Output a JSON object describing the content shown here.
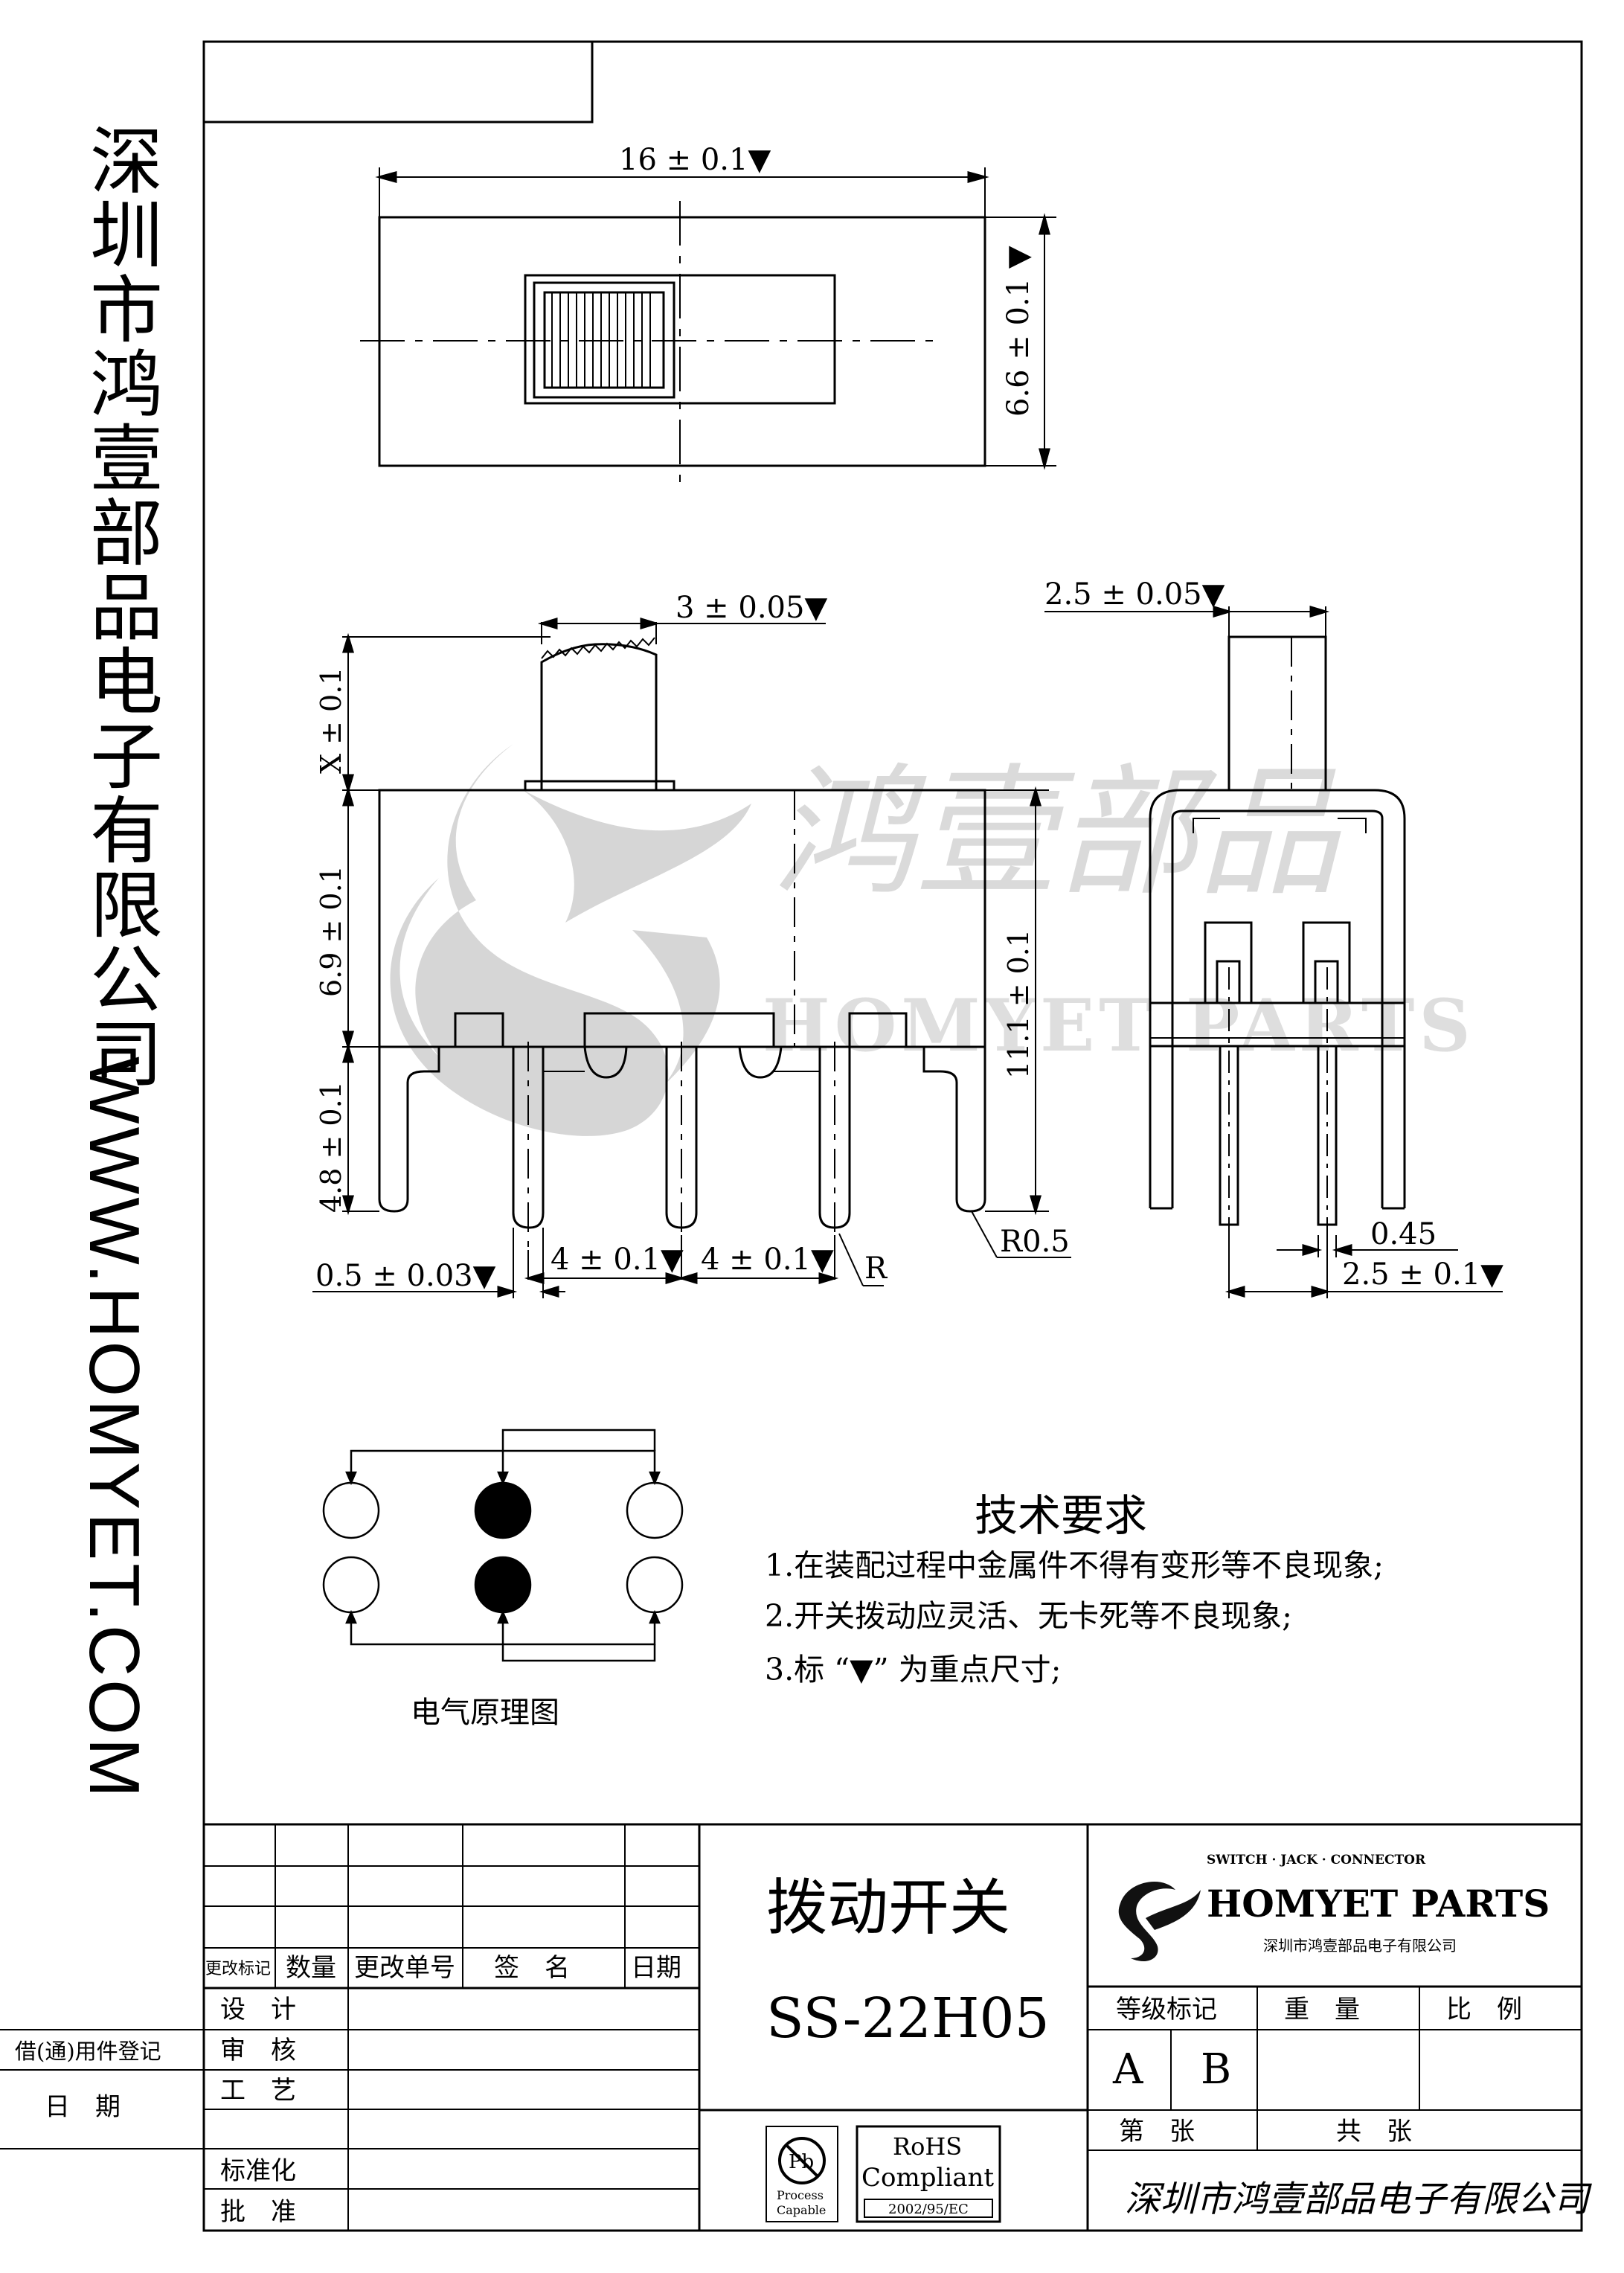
{
  "side": {
    "company": "深圳市鸿壹部品电子有限公司",
    "website": "WWW.HOMYET.COM"
  },
  "watermark": {
    "chinese": "鸿壹部品",
    "english": "HOMYET PARTS"
  },
  "dimensions": {
    "top_width": "16 ± 0.1▼",
    "top_height": "6.6 ± 0.1 ▼",
    "actuator_width": "3 ± 0.05▼",
    "actuator_height": "X ± 0.1",
    "body_height": "6.9 ± 0.1",
    "pin_height": "4.8 ± 0.1",
    "total_height": "11.1 ± 0.1",
    "pin_thickness": "0.5 ± 0.03▼",
    "pitch_left": "4 ± 0.1▼",
    "pitch_right": "4 ± 0.1▼",
    "radius_r": "R",
    "radius_r05": "R0.5",
    "side_actuator_width": "2.5 ± 0.05▼",
    "side_pin_width": "0.45",
    "side_pin_pitch": "2.5 ± 0.1▼"
  },
  "schematic": {
    "title": "电气原理图"
  },
  "requirements": {
    "title": "技术要求",
    "items": [
      "1.在装配过程中金属件不得有变形等不良现象;",
      "2.开关拨动应灵活、无卡死等不良现象;",
      "3.标 “▼” 为重点尺寸;"
    ]
  },
  "title_block": {
    "rev_headers": [
      "更改标记",
      "数量",
      "更改单号",
      "签　名",
      "日期"
    ],
    "roles": [
      "设　计",
      "审　核",
      "工　艺",
      "",
      "标准化",
      "批　准"
    ],
    "borrow_register": "借(通)用件登记",
    "date_label": "日　期",
    "product_name": "拨动开关",
    "model": "SS-22H05",
    "grade_label": "等级标记",
    "weight_label": "重　量",
    "scale_label": "比　例",
    "grades": [
      "A",
      "B"
    ],
    "sheet_label": "第　张",
    "total_label": "共　张",
    "company_script": "深圳市鸿壹部品电子有限公司",
    "logo": {
      "tagline": "SWITCH · JACK · CONNECTOR",
      "brand": "HOMYET PARTS",
      "company": "深圳市鸿壹部品电子有限公司"
    },
    "pb_label": "Pb",
    "pb_caption_1": "Process",
    "pb_caption_2": "Capable",
    "rohs_title": "RoHS",
    "rohs_compliant": "Compliant",
    "rohs_code": "2002/95/EC"
  }
}
